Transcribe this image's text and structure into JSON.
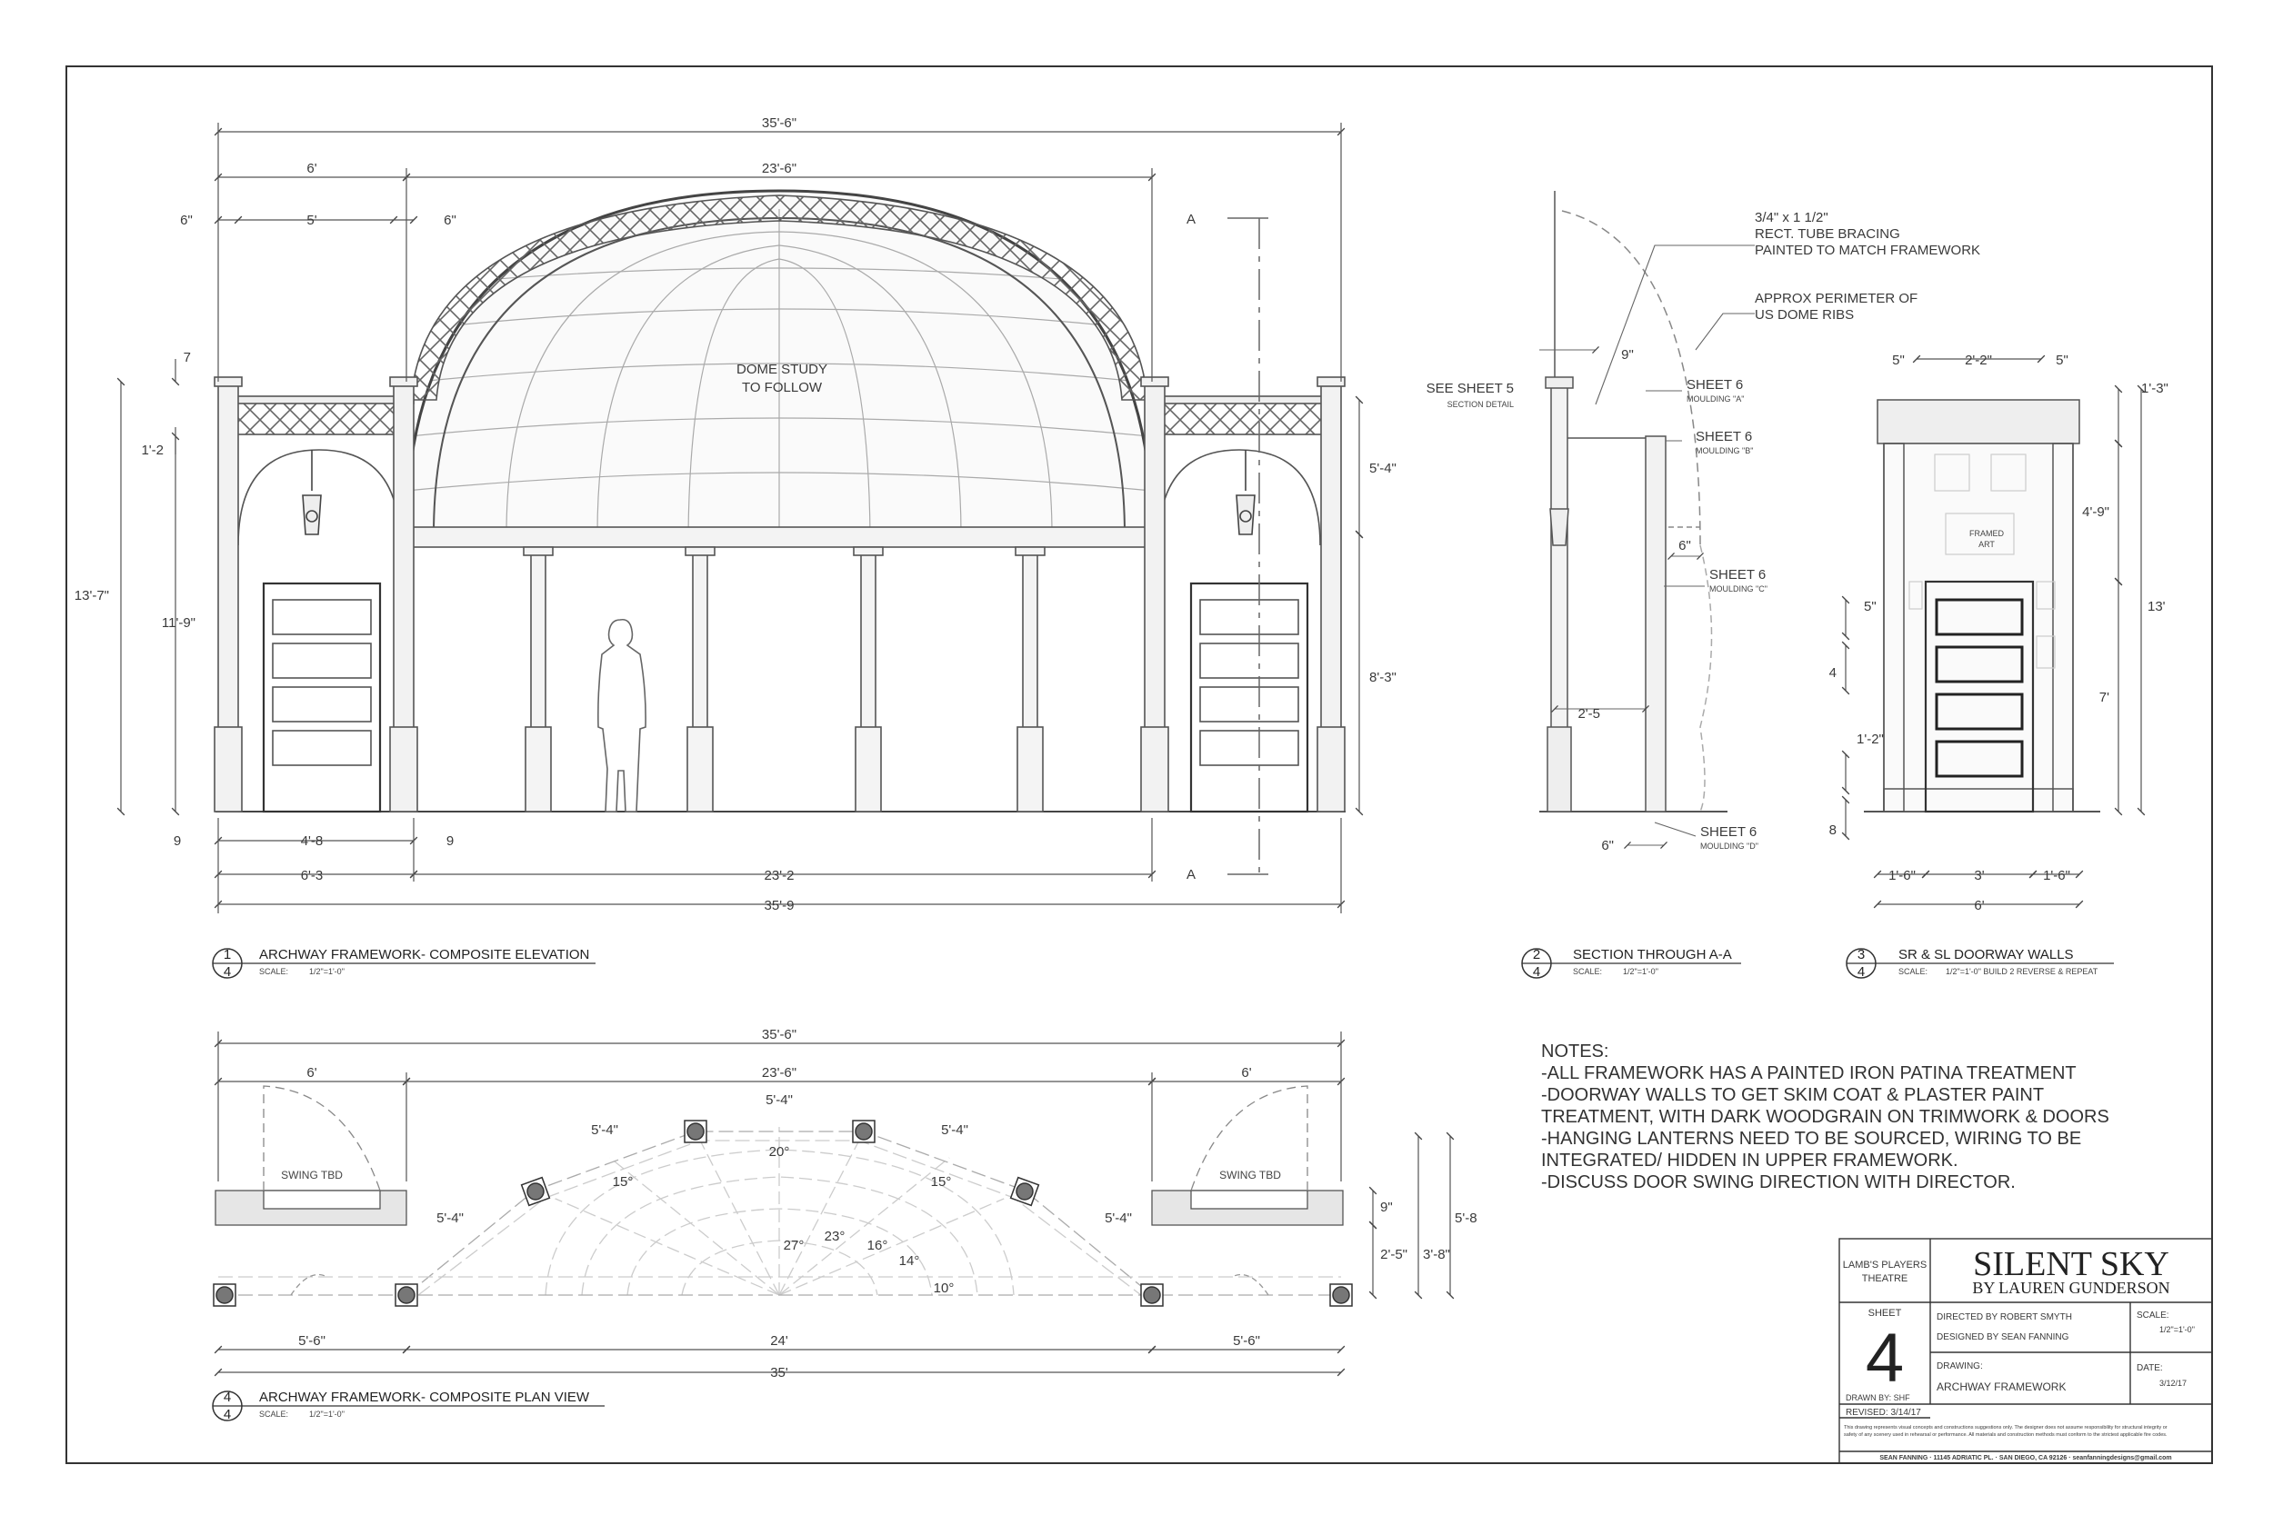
{
  "elevation": {
    "dims": {
      "overall_top": "35'-6\"",
      "left_bay": "6'",
      "center_top": "23'-6\"",
      "left_6a": "6\"",
      "left_5": "5'",
      "left_6b": "6\"",
      "d_7_5": "7",
      "d_1_2": "1'-2",
      "d_13_7": "13'-7\"",
      "d_11_9": "11'-9\"",
      "d_5_4": "5'-4\"",
      "d_8_3": "8'-3\"",
      "b_9a": "9",
      "b_4_8": "4'-8",
      "b_9b": "9",
      "b_6_3": "6'-3",
      "b_23_2": "23'-2",
      "b_35_9": "35'-9",
      "section_a_top": "A",
      "section_a_bot": "A"
    },
    "dome_note": [
      "DOME STUDY",
      "TO FOLLOW"
    ],
    "caption": {
      "num": "1",
      "sheet": "4",
      "title": "ARCHWAY FRAMEWORK- COMPOSITE ELEVATION",
      "scale_label": "SCALE:",
      "scale": "1/2\"=1'-0\""
    }
  },
  "section": {
    "notes": {
      "bracing": [
        "3/4\" x 1 1/2\"",
        "RECT. TUBE BRACING",
        "PAINTED TO MATCH FRAMEWORK"
      ],
      "perimeter": [
        "APPROX PERIMETER OF",
        "US DOME RIBS"
      ],
      "see_sheet": [
        "SEE SHEET 5",
        "SECTION DETAIL"
      ]
    },
    "callouts": [
      {
        "sheet": "SHEET 6",
        "moulding": "MOULDING \"A\""
      },
      {
        "sheet": "SHEET 6",
        "moulding": "MOULDING \"B\""
      },
      {
        "sheet": "SHEET 6",
        "moulding": "MOULDING \"C\""
      },
      {
        "sheet": "SHEET 6",
        "moulding": "MOULDING \"D\""
      }
    ],
    "dims": {
      "d9": "9\"",
      "d6a": "6\"",
      "d2_5": "2'-5",
      "d6b": "6\""
    },
    "caption": {
      "num": "2",
      "sheet": "4",
      "title": "SECTION THROUGH A-A",
      "scale_label": "SCALE:",
      "scale": "1/2\"=1'-0\""
    }
  },
  "doorway": {
    "dims": {
      "top5a": "5\"",
      "top2_2": "2'-2\"",
      "top5b": "5\"",
      "r1_3": "1'-3\"",
      "r4_9": "4'-9\"",
      "r13": "13'",
      "r7": "7'",
      "l5": "5\"",
      "l4": "4",
      "l1_2": "1'-2\"",
      "l8": "8",
      "b1_6a": "1'-6\"",
      "b3": "3'",
      "b1_6b": "1'-6\"",
      "b6": "6'"
    },
    "framed_art": [
      "FRAMED",
      "ART"
    ],
    "caption": {
      "num": "3",
      "sheet": "4",
      "title": "SR & SL DOORWAY WALLS",
      "scale_label": "SCALE:",
      "scale": "1/2\"=1'-0\" BUILD 2 REVERSE & REPEAT"
    }
  },
  "plan": {
    "dims": {
      "overall": "35'-6\"",
      "left6": "6'",
      "center": "23'-6\"",
      "right6": "6'",
      "s5_4a": "5'-4\"",
      "s5_4b": "5'-4\"",
      "s5_4c": "5'-4\"",
      "s5_4d": "5'-4\"",
      "s5_4e": "5'-4\"",
      "a20": "20°",
      "a15a": "15°",
      "a15b": "15°",
      "a27": "27°",
      "a23": "23°",
      "a16": "16°",
      "a14": "14°",
      "a10": "10°",
      "r9": "9\"",
      "r2_5": "2'-5\"",
      "r3_8": "3'-8\"",
      "r5_8": "5'-8",
      "b5_6a": "5'-6\"",
      "b24": "24'",
      "b5_6b": "5'-6\"",
      "b35": "35'"
    },
    "swing": [
      "SWING TBD",
      "SWING TBD"
    ],
    "caption": {
      "num": "4",
      "sheet": "4",
      "title": "ARCHWAY FRAMEWORK- COMPOSITE PLAN VIEW",
      "scale_label": "SCALE:",
      "scale": "1/2\"=1'-0\""
    }
  },
  "notes": {
    "heading": "NOTES:",
    "lines": [
      "-ALL FRAMEWORK HAS A PAINTED IRON PATINA TREATMENT",
      "-DOORWAY WALLS TO GET SKIM COAT & PLASTER PAINT",
      "TREATMENT, WITH DARK WOODGRAIN ON TRIMWORK & DOORS",
      "-HANGING LANTERNS NEED TO BE SOURCED, WIRING TO BE",
      "INTEGRATED/ HIDDEN IN UPPER FRAMEWORK.",
      "-DISCUSS DOOR SWING DIRECTION WITH DIRECTOR."
    ]
  },
  "title_block": {
    "theatre": [
      "LAMB'S PLAYERS",
      "THEATRE"
    ],
    "show": "SILENT SKY",
    "author": "BY LAUREN GUNDERSON",
    "sheet_label": "SHEET",
    "sheet_num": "4",
    "drawn_by": "DRAWN BY: SHF",
    "revised": "REVISED: 3/14/17",
    "directed": "DIRECTED BY ROBERT SMYTH",
    "designed": "DESIGNED BY SEAN FANNING",
    "drawing_label": "DRAWING:",
    "drawing": "ARCHWAY FRAMEWORK",
    "scale_label": "SCALE:",
    "scale": "1/2\"=1'-0\"",
    "date_label": "DATE:",
    "date": "3/12/17",
    "disclaimer": [
      "This drawing represents visual concepts and constructions suggestions only. The designer does not assume responsibility for structural integrity or",
      "safety of any scenery used in rehearsal or performance. All materials and construction methods must conform to the strictest applicable fire codes."
    ],
    "footer": "SEAN FANNING  ·  11145 ADRIATIC PL.  ·  SAN DIEGO, CA 92126  ·  seanfanningdesigns@gmail.com"
  }
}
